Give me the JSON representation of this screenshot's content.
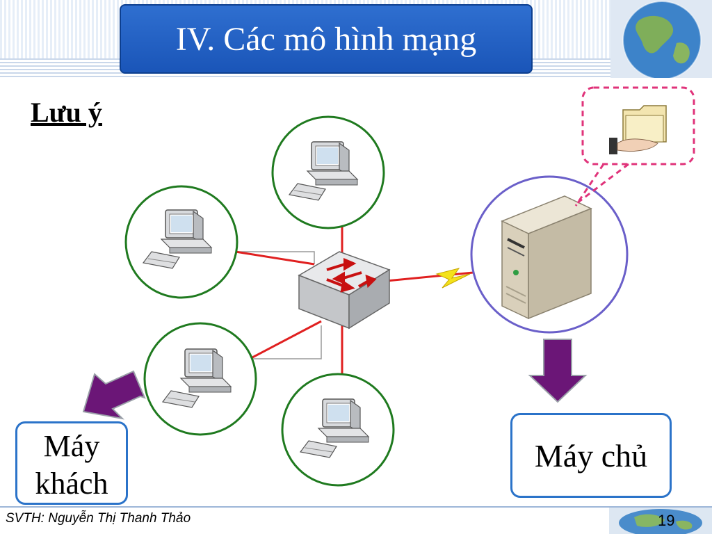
{
  "slide": {
    "title": "IV. Các mô hình mạng",
    "subtitle": "Lưu ý",
    "client_label": "Máy khách",
    "server_label": "Máy chủ",
    "author": "SVTH: Nguyễn Thị Thanh Thảo",
    "page_number": "19"
  },
  "colors": {
    "title_bg": "#1f5fc4",
    "client_circle": "#1f7a1f",
    "server_circle": "#6a5fc9",
    "cable": "#e02020",
    "arrow": "#6b1677",
    "callout": "#e0337a",
    "label_border": "#2b73c9"
  },
  "icons": [
    "computer-icon",
    "network-switch-icon",
    "server-icon",
    "shared-folder-icon",
    "globe-icon",
    "lightning-icon"
  ]
}
